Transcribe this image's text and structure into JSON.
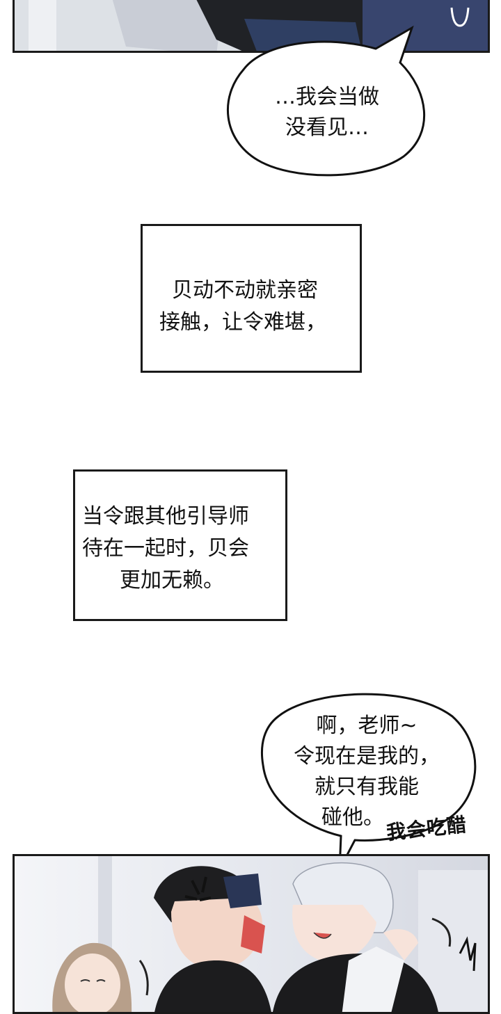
{
  "bubble_top": {
    "lines": [
      "…我会当做",
      "没看见…"
    ]
  },
  "caption_1": {
    "lines": [
      "贝动不动就亲密",
      "接触，让令难堪，"
    ]
  },
  "caption_2": {
    "lines": [
      "当令跟其他引导师",
      "待在一起时，贝会",
      "更加无赖。"
    ]
  },
  "bubble_bottom": {
    "lines": [
      "啊，老师~",
      "令现在是我的，",
      "就只有我能",
      "碰他。"
    ]
  },
  "sfx": {
    "jealous": "我会吃醋"
  }
}
